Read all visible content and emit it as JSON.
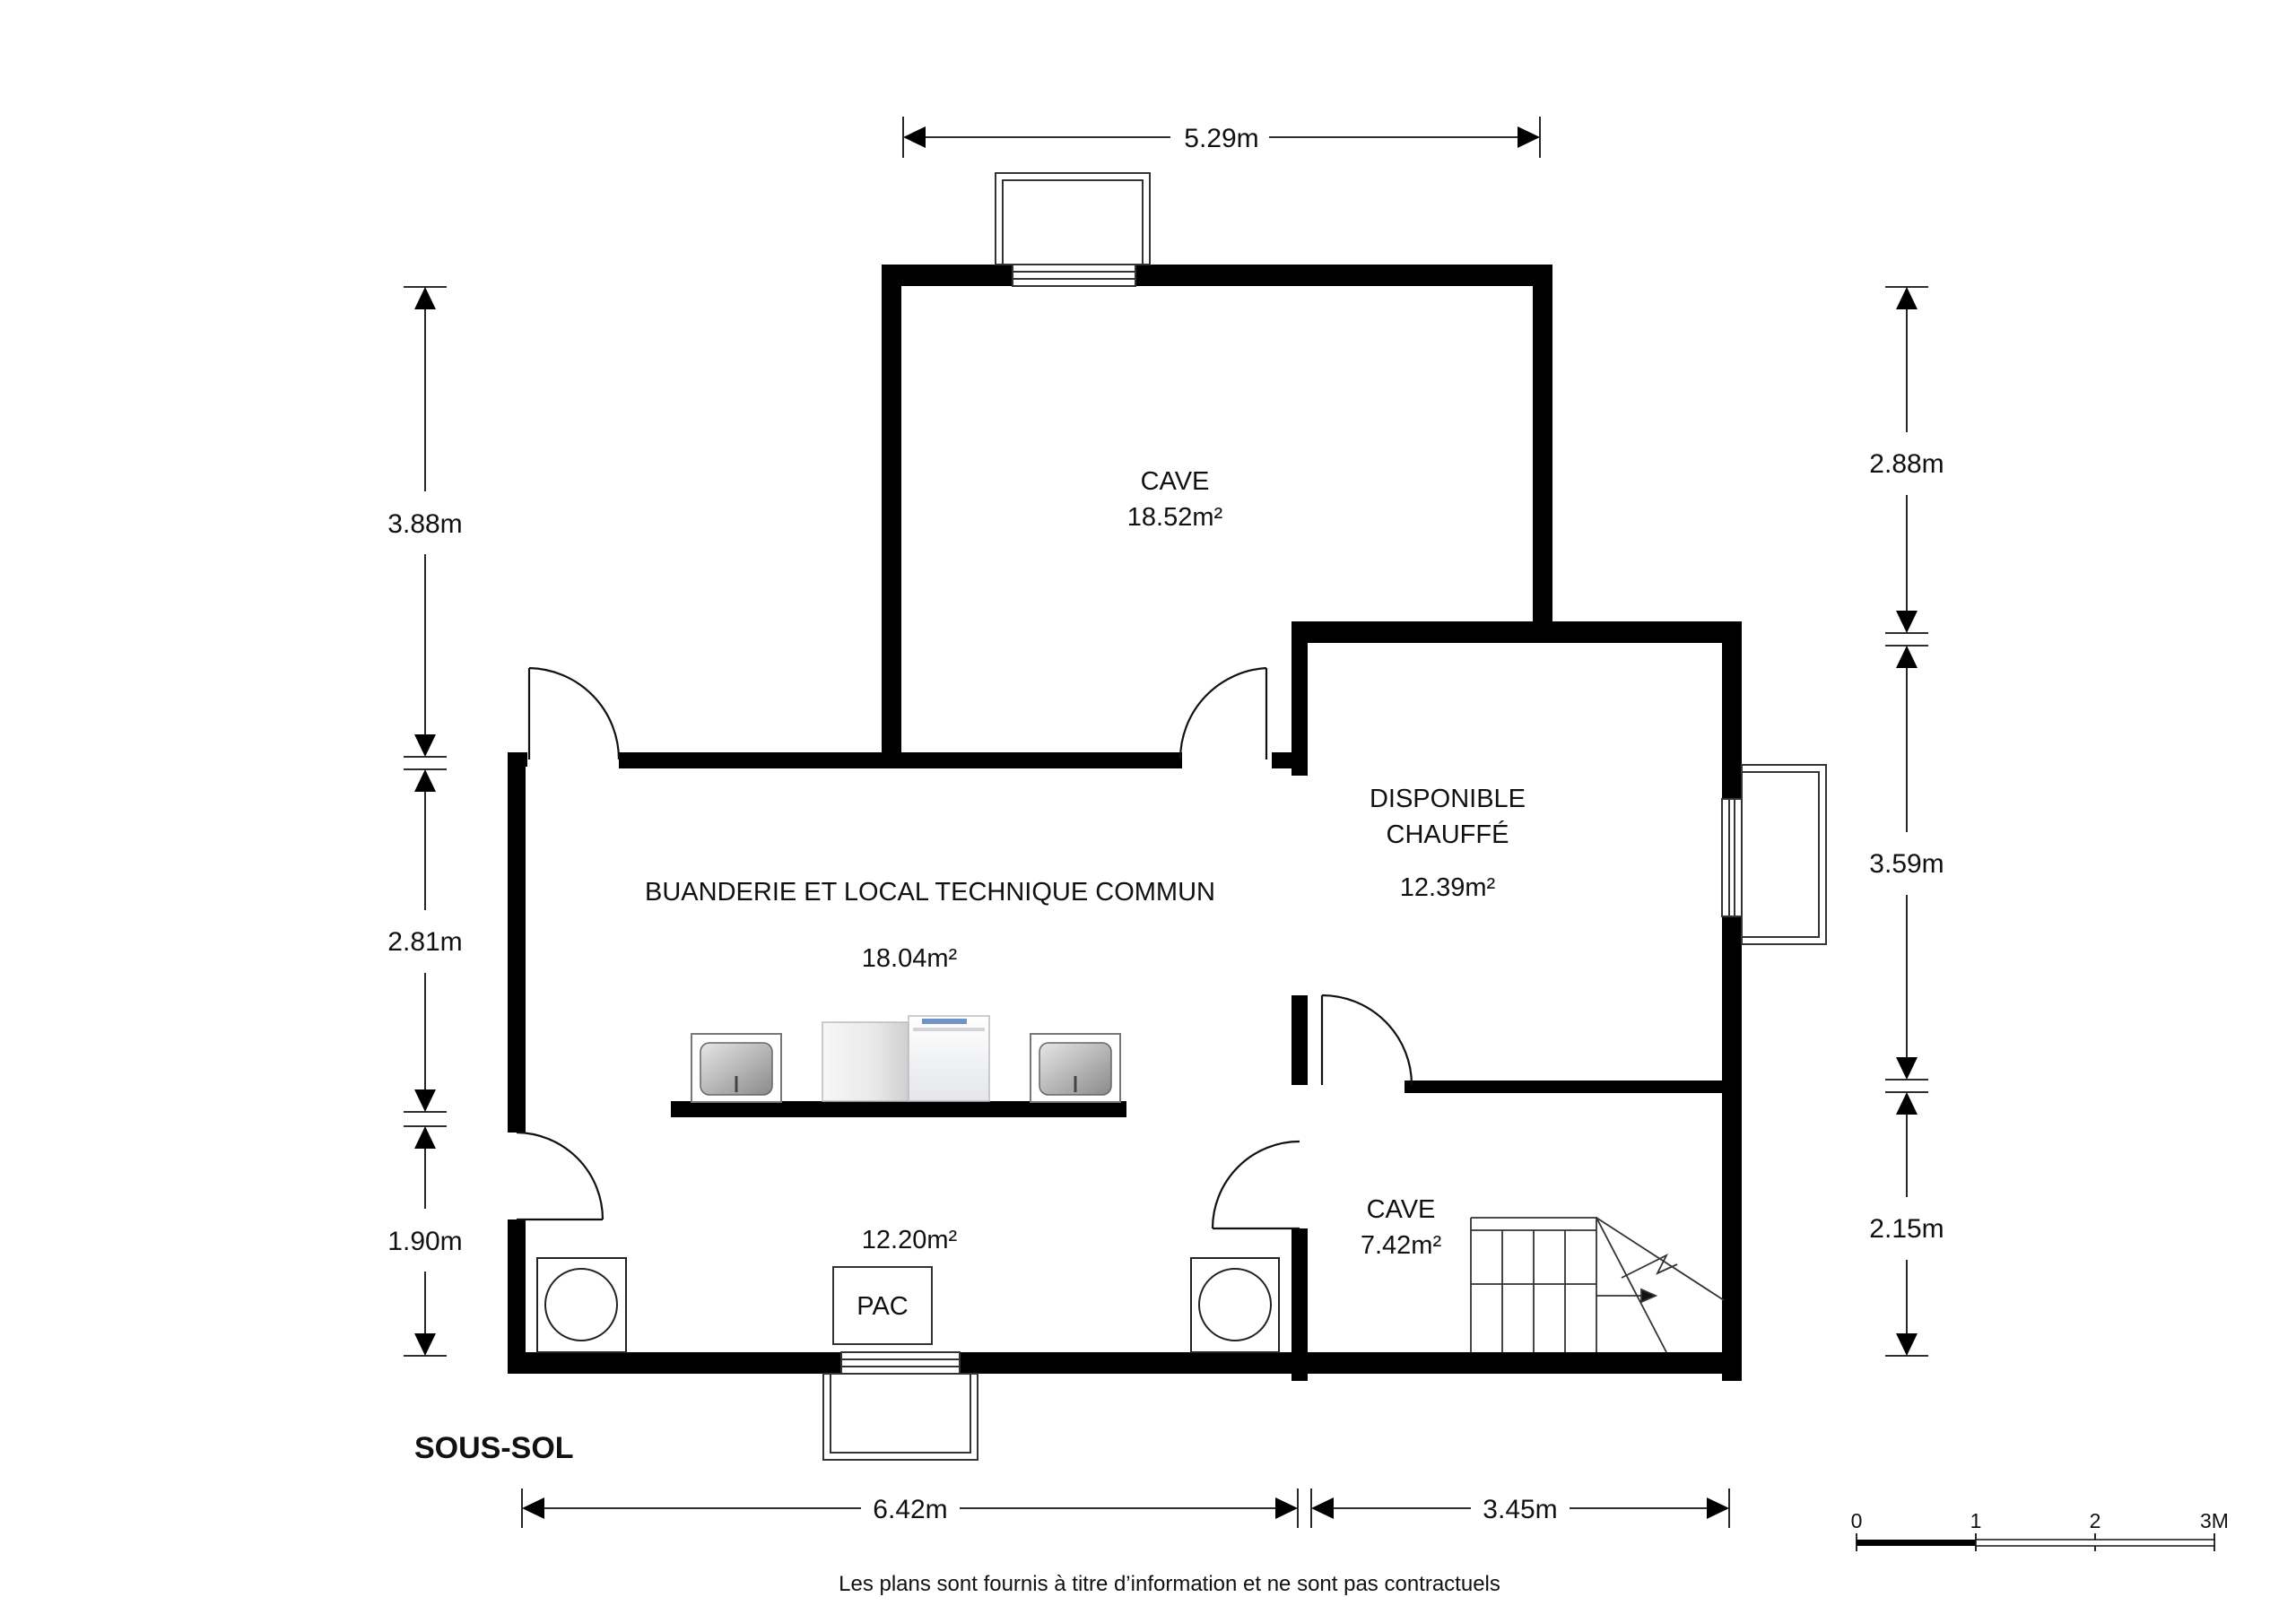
{
  "plan": {
    "title": "SOUS-SOL",
    "disclaimer": "Les plans sont fournis à titre d’information et ne sont pas contractuels"
  },
  "rooms": {
    "cave_top": {
      "name": "CAVE",
      "area": "18.52m²"
    },
    "buanderie": {
      "name": "BUANDERIE ET LOCAL TECHNIQUE COMMUN",
      "area": "18.04m²",
      "area_secondary": "12.20m²"
    },
    "disponible": {
      "name_line1": "DISPONIBLE",
      "name_line2": "CHAUFFÉ",
      "area": "12.39m²"
    },
    "cave_small": {
      "name": "CAVE",
      "area": "7.42m²"
    }
  },
  "equipment": {
    "pac_label": "PAC"
  },
  "dimensions": {
    "top_width": "5.29m",
    "bottom_left": "6.42m",
    "bottom_right": "3.45m",
    "left_upper": "3.88m",
    "left_middle": "2.81m",
    "left_lower": "1.90m",
    "right_upper": "2.88m",
    "right_middle": "3.59m",
    "right_lower": "2.15m"
  },
  "scale_bar": {
    "ticks": [
      "0",
      "1",
      "2",
      "3M"
    ]
  },
  "colors": {
    "wall": "#000000",
    "paper": "#ffffff",
    "line": "#111111"
  }
}
